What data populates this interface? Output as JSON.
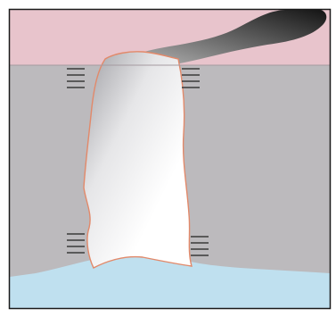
{
  "diagram": {
    "regions": [
      {
        "id": "top-layer",
        "color": "#e8c4cc"
      },
      {
        "id": "middle-layer",
        "color": "#bcbabd"
      },
      {
        "id": "bottom-layer",
        "color": "#bfe0ef"
      },
      {
        "id": "channel",
        "gradient": [
          "#9e9ea3",
          "#ffffff"
        ],
        "outline": "#e2896a"
      },
      {
        "id": "dark-plume",
        "gradient": [
          "#bdbdbd",
          "#1c1c1c"
        ]
      }
    ],
    "tick_groups": 4,
    "ticks_per_group": 4,
    "tick_color": "#3a3a3a",
    "frame_color": "#1a1a1a"
  }
}
